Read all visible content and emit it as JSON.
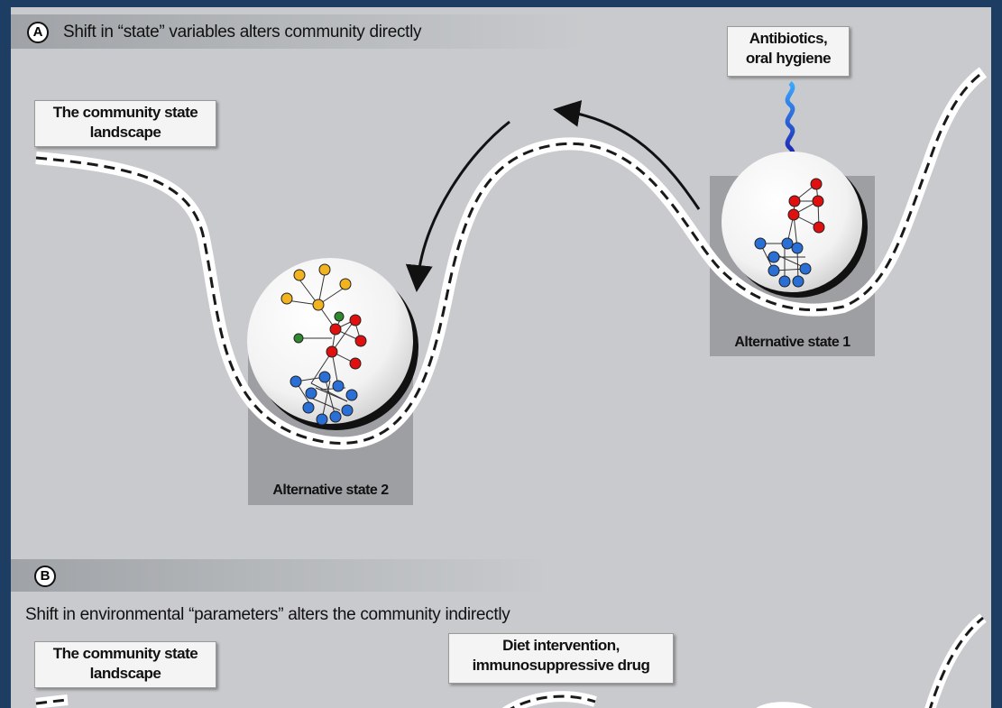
{
  "panel_a": {
    "letter": "A",
    "title": "Shift in “state” variables alters community directly",
    "landscape_label": "The community state landscape",
    "perturbation_label_line1": "Antibiotics,",
    "perturbation_label_line2": "oral hygiene",
    "state1_label": "Alternative state 1",
    "state2_label": "Alternative state 2"
  },
  "panel_b": {
    "letter": "B",
    "title": "Shift in environmental “parameters” alters the community indirectly",
    "landscape_label": "The community state landscape",
    "perturbation_label_line1": "Diet intervention,",
    "perturbation_label_line2": "immunosuppressive drug"
  },
  "colors": {
    "background": "#1e3d63",
    "panel": "#c8cacd",
    "node_red": "#e01010",
    "node_blue": "#2a6fd6",
    "node_yellow": "#f2b320",
    "node_green": "#2f8a2f",
    "wave": "#2b3fc8"
  }
}
